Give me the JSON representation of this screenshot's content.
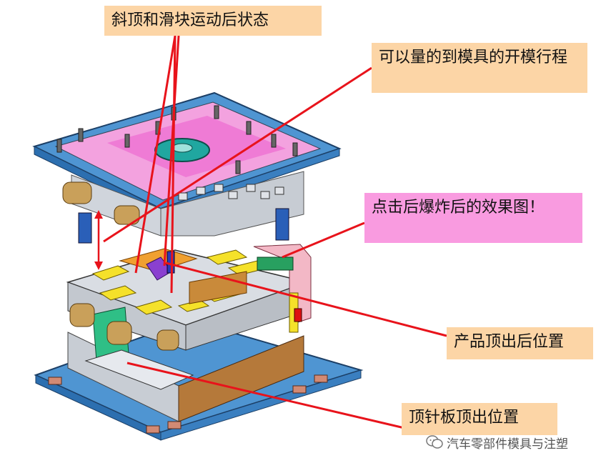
{
  "callouts": {
    "slider_state": "斜顶和滑块运动后状态",
    "mold_stroke": "可以量的到模具的开模行程",
    "exploded_view": "点击后爆炸后的效果图！",
    "product_ejected": "产品顶出后位置",
    "ejector_plate": "顶针板顶出位置"
  },
  "watermark": {
    "text": "汽车零部件模具与注塑",
    "icon": "wechat-icon"
  },
  "colors": {
    "callout_orange": "#fcd5a6",
    "callout_pink": "#f99be0",
    "arrow": "#e8131b",
    "plate_frame": "#5b9bd5",
    "cavity_pink": "#f06ad0",
    "mold_core": "#d9dde3",
    "product_orange": "#f0a030",
    "yellow_block": "#f5e12a"
  }
}
